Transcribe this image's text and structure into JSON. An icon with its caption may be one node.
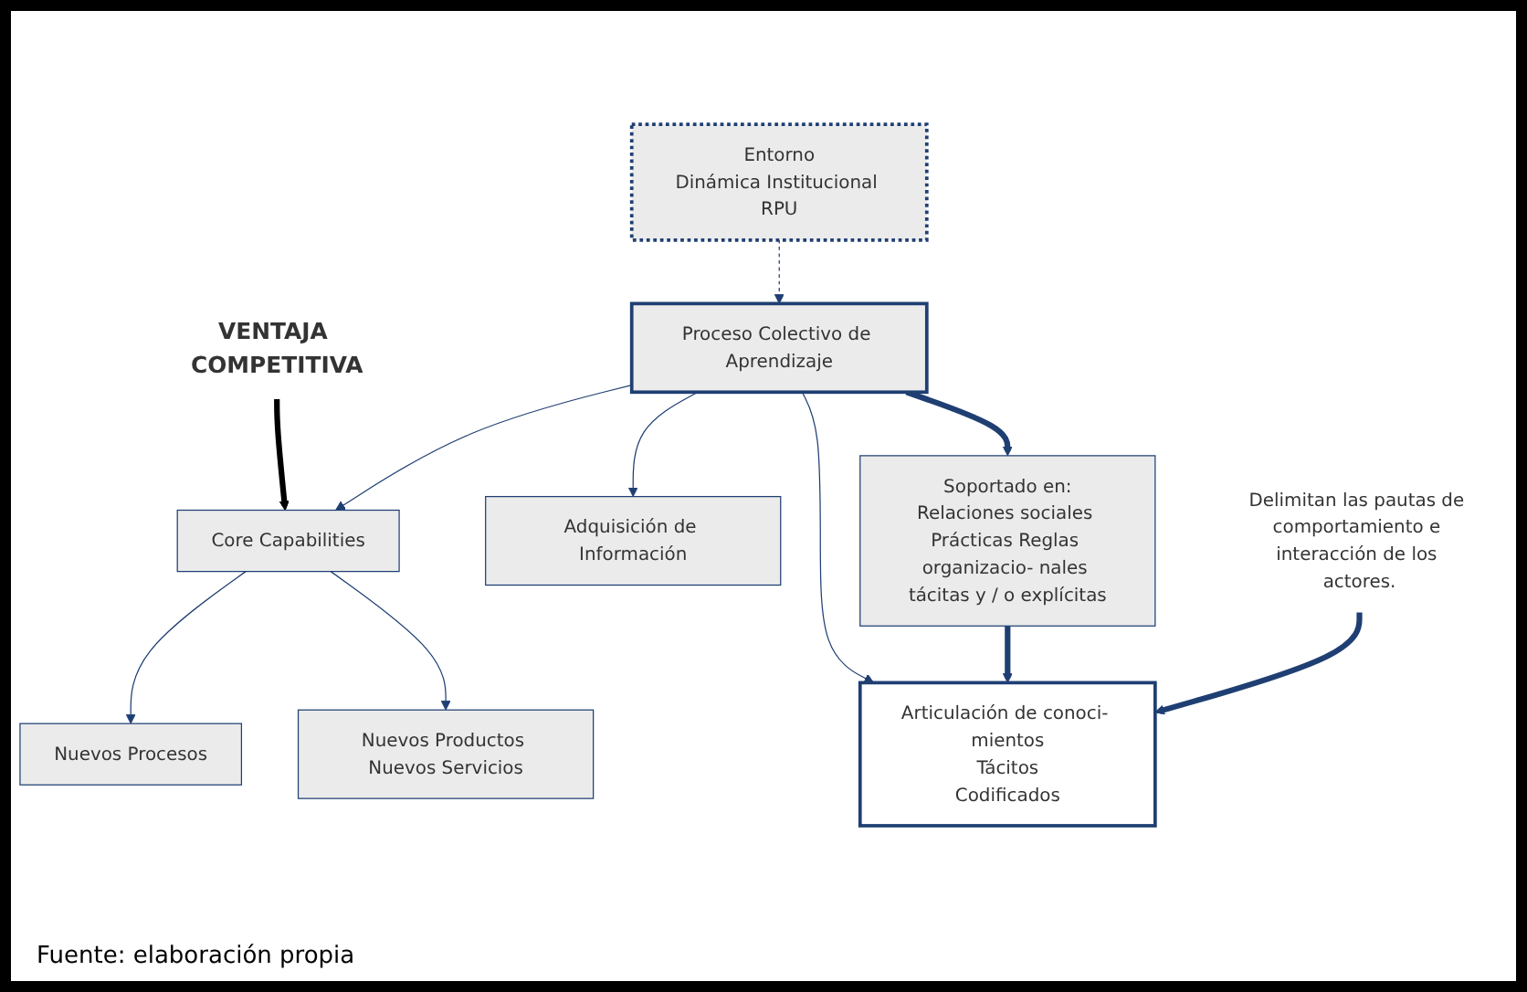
{
  "diagram": {
    "caption": "Fuente: elaboración propia",
    "nodes": [
      {
        "text": [
          "Nuevos Procesos"
        ]
      },
      {
        "text": [
          "Nuevos Productos Nuevos Servicios"
        ]
      },
      {
        "text": [
          "Entorno",
          "Dinámica Institucional RPU"
        ]
      },
      {
        "text": [
          "Core Capabilities"
        ]
      },
      {
        "text": [
          "VENTAJA COMPETITIVA"
        ]
      },
      {
        "text": [
          "Proceso Colectivo de Aprendizaje"
        ]
      },
      {
        "text": [
          "Adquisición de Información"
        ]
      },
      {
        "text": [
          "Articulación de conoci- mientos",
          "Tácitos",
          "Codificados"
        ]
      },
      {
        "text": [
          "Soportado en:",
          "Relaciones sociales Prácticas Reglas organizacio- nales tácitas y / o explícitas"
        ]
      },
      {
        "text": [
          "Delimitan las pautas de comportamiento e interacción de los actores."
        ]
      }
    ],
    "edges": [
      {
        "from": 3,
        "to": 0,
        "arrow": "to"
      },
      {
        "from": 3,
        "to": 1,
        "arrow": "to"
      },
      {
        "from": 4,
        "to": 3,
        "arrow": "to",
        "style": "thick",
        "color": "#000000"
      },
      {
        "from": 2,
        "to": 5,
        "arrow": "to",
        "style": "dashed"
      },
      {
        "from": 5,
        "to": 3,
        "arrow": "to"
      },
      {
        "from": 5,
        "to": 6,
        "arrow": "to"
      },
      {
        "from": 5,
        "to": 7,
        "arrow": "to"
      },
      {
        "from": 5,
        "to": 8,
        "arrow": "to",
        "style": "thick"
      },
      {
        "from": 8,
        "to": 7,
        "arrow": "to",
        "style": "thick"
      },
      {
        "from": 9,
        "to": 7,
        "arrow": "to",
        "style": "thick"
      }
    ]
  }
}
